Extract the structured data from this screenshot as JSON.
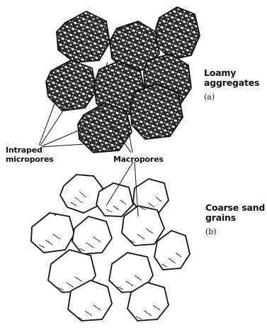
{
  "labels": {
    "loamy_line1": "Loamy",
    "loamy_line2": "aggregates",
    "panel_a": "(a)",
    "intraped_line1": "Intraped",
    "intraped_line2": "micropores",
    "macropores": "Macropores",
    "sand_line1": "Coarse sand",
    "sand_line2": "grains",
    "panel_b": "(b)"
  },
  "colors": {
    "ink": "#111111",
    "paper": "#ffffff"
  }
}
